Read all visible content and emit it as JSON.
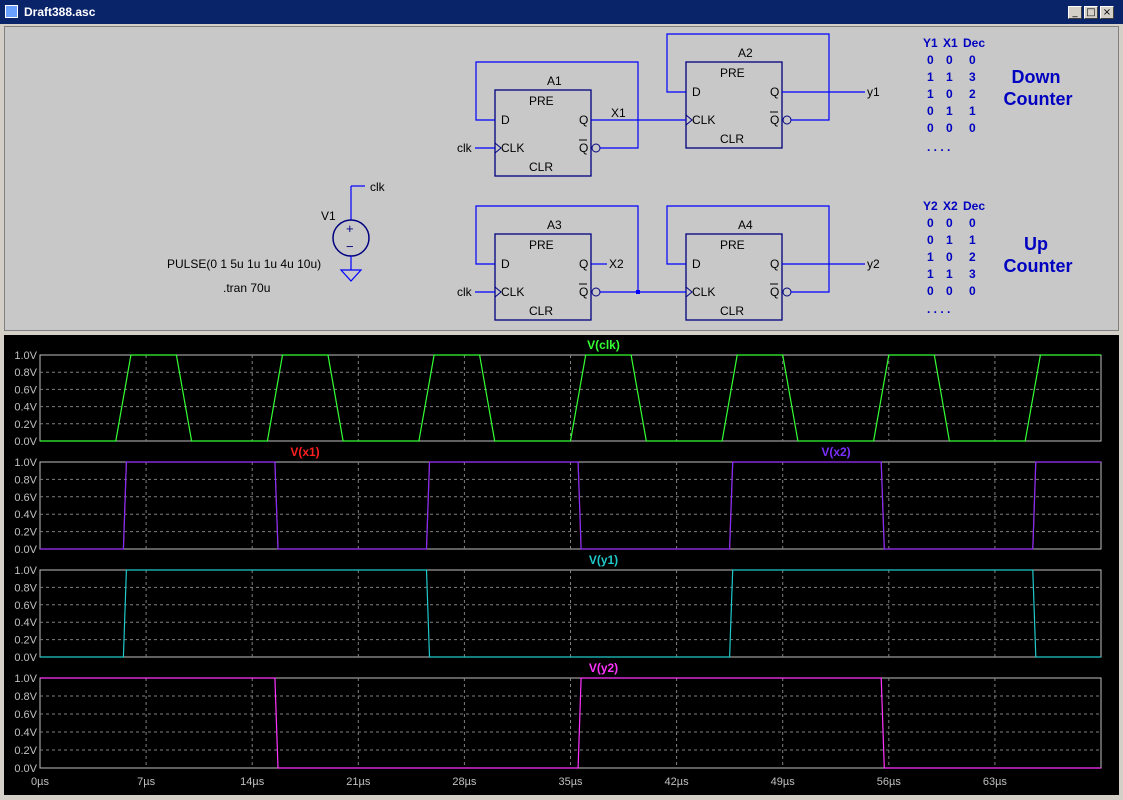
{
  "window": {
    "title": "Draft388.asc",
    "min_glyph": "_",
    "max_glyph": "□",
    "close_glyph": "×"
  },
  "schematic": {
    "flipflops": [
      {
        "ref": "A1",
        "pins": {
          "pre": "PRE",
          "d": "D",
          "q": "Q",
          "clk": "CLK",
          "qbar": "Q",
          "clr": "CLR"
        }
      },
      {
        "ref": "A2",
        "pins": {
          "pre": "PRE",
          "d": "D",
          "q": "Q",
          "clk": "CLK",
          "qbar": "Q",
          "clr": "CLR"
        }
      },
      {
        "ref": "A3",
        "pins": {
          "pre": "PRE",
          "d": "D",
          "q": "Q",
          "clk": "CLK",
          "qbar": "Q",
          "clr": "CLR"
        }
      },
      {
        "ref": "A4",
        "pins": {
          "pre": "PRE",
          "d": "D",
          "q": "Q",
          "clk": "CLK",
          "qbar": "Q",
          "clr": "CLR"
        }
      }
    ],
    "nets": {
      "x1": "X1",
      "x2": "X2",
      "y1": "y1",
      "y2": "y2",
      "clk1": "clk",
      "clk2": "clk",
      "clk_src": "clk"
    },
    "source": {
      "ref": "V1",
      "value": "PULSE(0 1 5u 1u 1u 4u 10u)",
      "directive": ".tran 70u",
      "plus": "+",
      "minus": "−"
    },
    "tables": [
      {
        "header": [
          "Y1",
          "X1",
          "Dec"
        ],
        "rows": [
          [
            "0",
            "0",
            "0"
          ],
          [
            "1",
            "1",
            "3"
          ],
          [
            "1",
            "0",
            "2"
          ],
          [
            "0",
            "1",
            "1"
          ],
          [
            "0",
            "0",
            "0"
          ]
        ],
        "ellipsis": ". . . ."
      },
      {
        "header": [
          "Y2",
          "X2",
          "Dec"
        ],
        "rows": [
          [
            "0",
            "0",
            "0"
          ],
          [
            "0",
            "1",
            "1"
          ],
          [
            "1",
            "0",
            "2"
          ],
          [
            "1",
            "1",
            "3"
          ],
          [
            "0",
            "0",
            "0"
          ]
        ],
        "ellipsis": ". . . ."
      }
    ],
    "labels": {
      "down_1": "Down",
      "down_2": "Counter",
      "up_1": "Up",
      "up_2": "Counter"
    },
    "colors": {
      "wire": "#0000ff",
      "label_blue": "#0000c0",
      "component": "#000080"
    }
  },
  "chart_data": [
    {
      "type": "line",
      "title": "",
      "series": [
        {
          "name": "V(clk)",
          "color": "#33ff33",
          "x": [
            0,
            5,
            6,
            9,
            10,
            15,
            16,
            19,
            20,
            25,
            26,
            29,
            30,
            35,
            36,
            39,
            40,
            45,
            46,
            49,
            50,
            55,
            56,
            59,
            60,
            65,
            66,
            69,
            70
          ],
          "y": [
            0,
            0,
            1,
            1,
            0,
            0,
            1,
            1,
            0,
            0,
            1,
            1,
            0,
            0,
            1,
            1,
            0,
            0,
            1,
            1,
            0,
            0,
            1,
            1,
            0,
            0,
            1,
            1,
            1
          ]
        }
      ],
      "xlim": [
        0,
        70
      ],
      "ylim": [
        0,
        1.0
      ],
      "yticks": [
        "1.0V",
        "0.8V",
        "0.6V",
        "0.4V",
        "0.2V",
        "0.0V"
      ],
      "grid": true
    },
    {
      "type": "line",
      "title": "",
      "series": [
        {
          "name": "V(x1)",
          "color": "#ff2020",
          "x": [
            0,
            5.5,
            5.7,
            15.5,
            15.7,
            25.5,
            25.7,
            35.5,
            35.7,
            45.5,
            45.7,
            55.5,
            55.7,
            65.5,
            65.7,
            70
          ],
          "y": [
            0,
            0,
            1,
            1,
            0,
            0,
            1,
            1,
            0,
            0,
            1,
            1,
            0,
            0,
            1,
            1
          ]
        },
        {
          "name": "V(x2)",
          "color": "#7b2fff",
          "x": [
            0,
            5.5,
            5.7,
            15.5,
            15.7,
            25.5,
            25.7,
            35.5,
            35.7,
            45.5,
            45.7,
            55.5,
            55.7,
            65.5,
            65.7,
            70
          ],
          "y": [
            0,
            0,
            1,
            1,
            0,
            0,
            1,
            1,
            0,
            0,
            1,
            1,
            0,
            0,
            1,
            1
          ]
        }
      ],
      "xlim": [
        0,
        70
      ],
      "ylim": [
        0,
        1.0
      ],
      "yticks": [
        "1.0V",
        "0.8V",
        "0.6V",
        "0.4V",
        "0.2V",
        "0.0V"
      ],
      "grid": true
    },
    {
      "type": "line",
      "title": "",
      "series": [
        {
          "name": "V(y1)",
          "color": "#20c8c8",
          "x": [
            0,
            5.5,
            5.7,
            25.5,
            25.7,
            45.5,
            45.7,
            65.5,
            65.7,
            70
          ],
          "y": [
            0,
            0,
            1,
            1,
            0,
            0,
            1,
            1,
            0,
            0
          ]
        }
      ],
      "xlim": [
        0,
        70
      ],
      "ylim": [
        0,
        1.0
      ],
      "yticks": [
        "1.0V",
        "0.8V",
        "0.6V",
        "0.4V",
        "0.2V",
        "0.0V"
      ],
      "grid": true
    },
    {
      "type": "line",
      "title": "",
      "series": [
        {
          "name": "V(y2)",
          "color": "#ff33ff",
          "x": [
            0,
            15.5,
            15.7,
            35.5,
            35.7,
            55.5,
            55.7,
            70
          ],
          "y": [
            1,
            1,
            0,
            0,
            1,
            1,
            0,
            0
          ]
        }
      ],
      "xlim": [
        0,
        70
      ],
      "ylim": [
        0,
        1.0
      ],
      "yticks": [
        "1.0V",
        "0.8V",
        "0.6V",
        "0.4V",
        "0.2V",
        "0.0V"
      ],
      "xticks": [
        "0µs",
        "7µs",
        "14µs",
        "21µs",
        "28µs",
        "35µs",
        "42µs",
        "49µs",
        "56µs",
        "63µs"
      ],
      "grid": true
    }
  ]
}
